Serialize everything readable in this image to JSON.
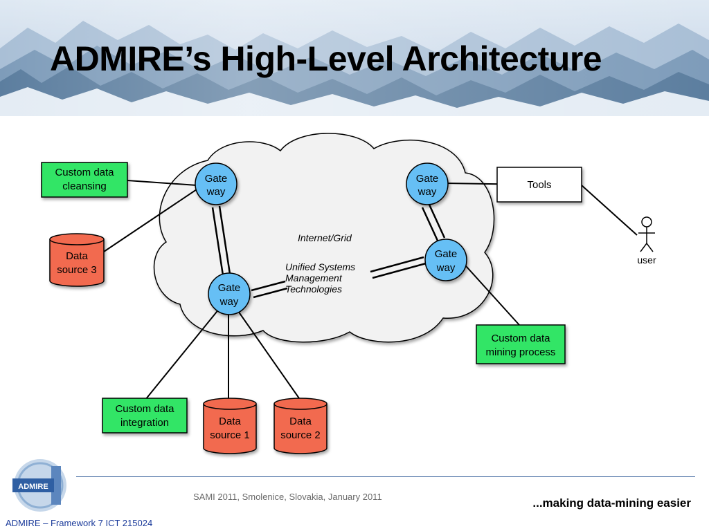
{
  "slide": {
    "title": "ADMIRE’s High-Level Architecture"
  },
  "diagram": {
    "cloud": {
      "title": "Internet/Grid",
      "subtitle_lines": [
        "Unified Systems",
        "Management",
        "Technologies"
      ]
    },
    "gateways": {
      "left_top": [
        "Gate",
        "way"
      ],
      "left_bottom": [
        "Gate",
        "way"
      ],
      "right_top": [
        "Gate",
        "way"
      ],
      "right_bottom": [
        "Gate",
        "way"
      ]
    },
    "process_boxes": {
      "cleansing": [
        "Custom data",
        "cleansing"
      ],
      "integration": [
        "Custom data",
        "integration"
      ],
      "mining": [
        "Custom data",
        "mining process"
      ]
    },
    "tools_box": "Tools",
    "data_sources": {
      "source3": [
        "Data",
        "source 3"
      ],
      "source1": [
        "Data",
        "source 1"
      ],
      "source2": [
        "Data",
        "source 2"
      ]
    },
    "user_label": "user"
  },
  "footer": {
    "event": "SAMI 2011, Smolenice, Slovakia, January 2011",
    "tagline": "...making data-mining easier",
    "project": "ADMIRE – Framework 7 ICT 215024",
    "logo_text": "ADMIRE"
  },
  "colors": {
    "gateway_fill": "#66bff5",
    "process_fill": "#33e566",
    "datasource_fill": "#f26a50",
    "cloud_fill": "#f2f2f2",
    "footer_rule": "#4a6fa5",
    "project_text": "#1a3a9a"
  }
}
